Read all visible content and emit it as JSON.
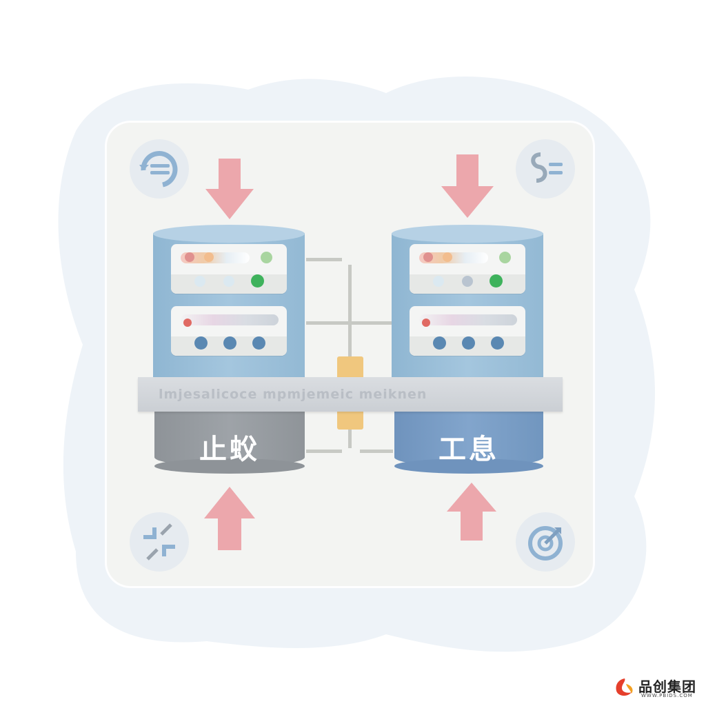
{
  "diagram": {
    "colors": {
      "arrow": "#eca7ac",
      "drum_blue": "#a4c6de",
      "left_base": "#969ba1",
      "right_base": "#7b9ec6",
      "bridge_bar": "#cfd3d8",
      "coupler": "#f0c77e",
      "panel": "#f3f4f2",
      "background_blob": "#eef3f8"
    },
    "icons": [
      "cycle-icon",
      "settings-list-icon",
      "compress-arrows-icon",
      "target-refresh-icon"
    ],
    "bridge_label": "lmjesalicoce mpmjemeic meiknen",
    "left_base_label": "止蚥",
    "right_base_label": "工息"
  },
  "logo": {
    "name": "品创集团",
    "url": "WWW.PBIDS.COM",
    "colors": [
      "#e53f2c",
      "#f2a022"
    ]
  }
}
